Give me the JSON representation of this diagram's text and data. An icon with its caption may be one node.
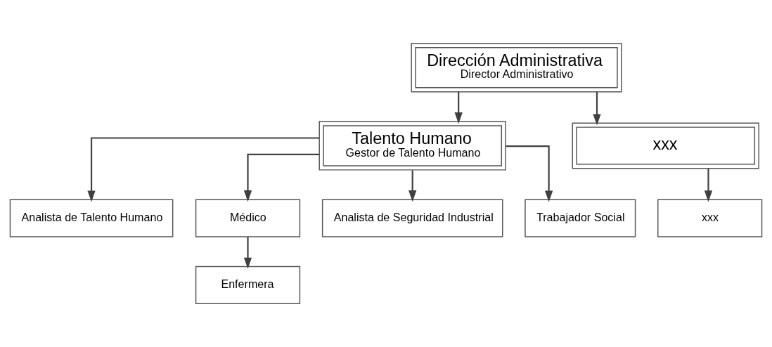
{
  "diagram": {
    "nodes": [
      {
        "text": [
          "Dirección Administrativa",
          "Director Administrativo"
        ]
      },
      {
        "text": [
          "Talento Humano",
          "Gestor de Talento Humano"
        ]
      },
      {
        "text": [
          "xxx"
        ]
      },
      {
        "text": [
          "Analista de Talento Humano"
        ]
      },
      {
        "text": [
          "Médico"
        ]
      },
      {
        "text": [
          "Analista de Seguridad Industrial"
        ]
      },
      {
        "text": [
          "Trabajador Social"
        ]
      },
      {
        "text": [
          "Enfermera"
        ]
      },
      {
        "text": [
          "xxx"
        ]
      }
    ],
    "edges": [
      {
        "from": 0,
        "to": 1,
        "arrow": "to"
      },
      {
        "from": 0,
        "to": 2,
        "arrow": "to"
      },
      {
        "from": 1,
        "to": 3,
        "arrow": "to"
      },
      {
        "from": 1,
        "to": 4,
        "arrow": "to"
      },
      {
        "from": 1,
        "to": 5,
        "arrow": "to"
      },
      {
        "from": 1,
        "to": 6,
        "arrow": "to"
      },
      {
        "from": 4,
        "to": 7,
        "arrow": "to"
      },
      {
        "from": 2,
        "to": 8,
        "arrow": "to"
      }
    ]
  }
}
